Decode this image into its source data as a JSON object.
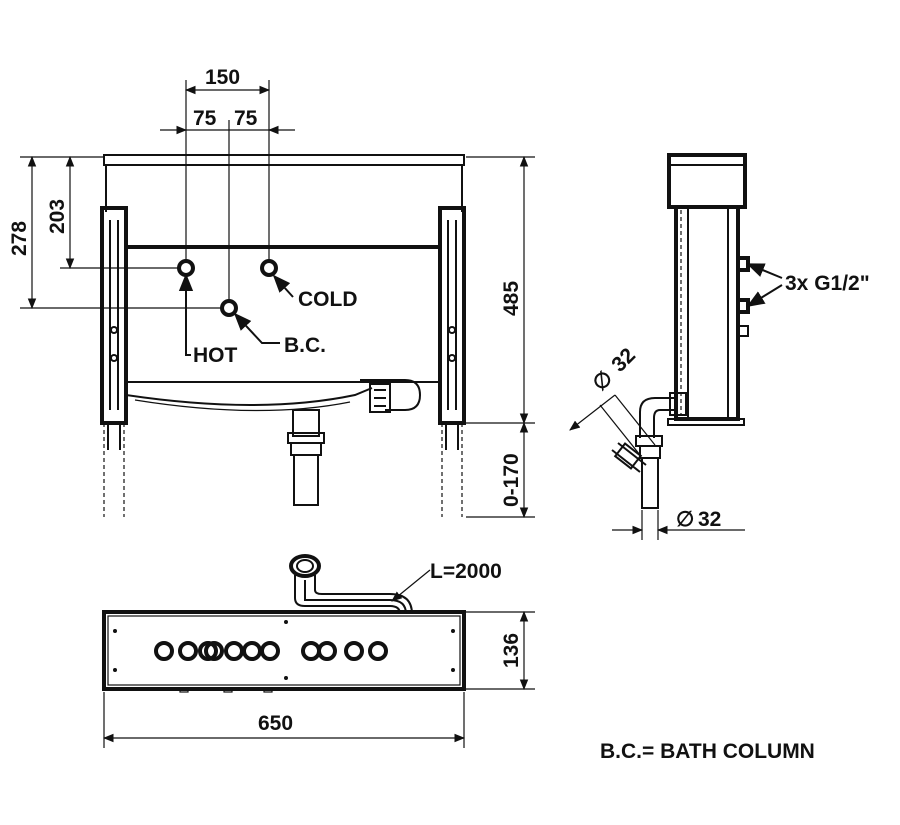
{
  "dimensions": {
    "top_width": "150",
    "half_left": "75",
    "half_right": "75",
    "height_278": "278",
    "height_203": "203",
    "height_485": "485",
    "adjust_range": "0-170",
    "pipe_diameter_upper": "32",
    "pipe_diameter_lower": "32",
    "depth_136": "136",
    "width_650": "650",
    "hose_length": "L=2000"
  },
  "labels": {
    "hot": "HOT",
    "cold": "COLD",
    "bc": "B.C.",
    "connections": "3x G1/2\"",
    "diameter_symbol": "∅",
    "legend": "B.C.= BATH COLUMN"
  },
  "colors": {
    "line": "#111111",
    "background": "#ffffff"
  }
}
